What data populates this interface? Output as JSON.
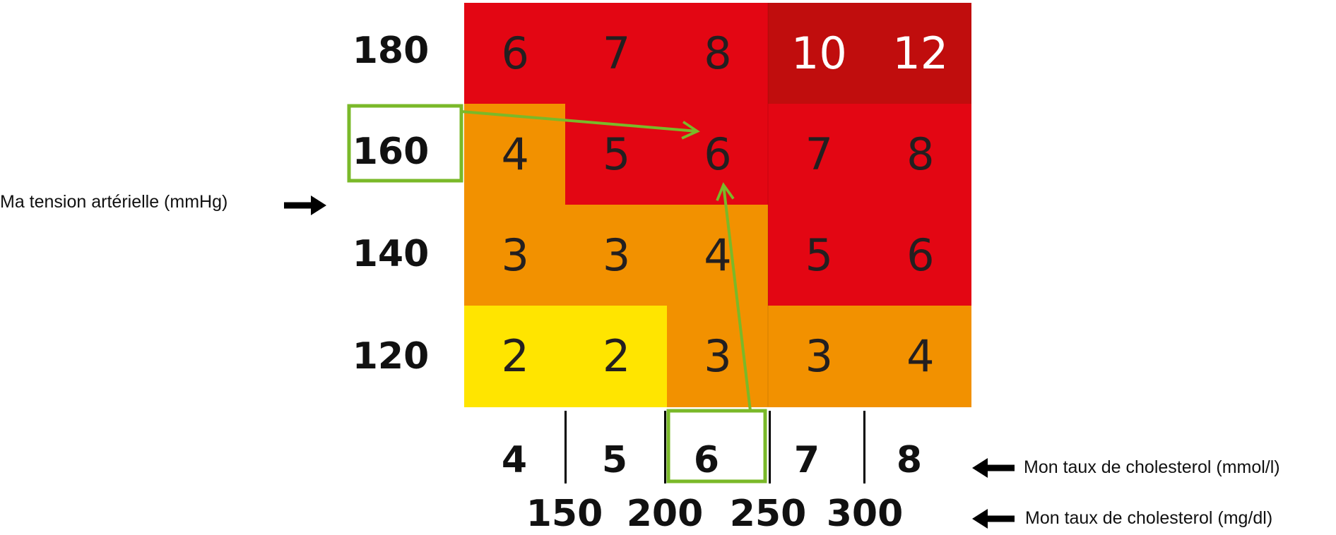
{
  "rows": [
    {
      "label": "180",
      "cells": [
        {
          "value": "6",
          "color": "#e30613"
        },
        {
          "value": "7",
          "color": "#e30613"
        },
        {
          "value": "8",
          "color": "#e30613"
        },
        {
          "value": "10",
          "color": "#c00d0d"
        },
        {
          "value": "12",
          "color": "#c00d0d"
        }
      ]
    },
    {
      "label": "160",
      "cells": [
        {
          "value": "4",
          "color": "#f29100"
        },
        {
          "value": "5",
          "color": "#e30613"
        },
        {
          "value": "6",
          "color": "#e30613"
        },
        {
          "value": "7",
          "color": "#e30613"
        },
        {
          "value": "8",
          "color": "#e30613"
        }
      ]
    },
    {
      "label": "140",
      "cells": [
        {
          "value": "3",
          "color": "#f29100"
        },
        {
          "value": "3",
          "color": "#f29100"
        },
        {
          "value": "4",
          "color": "#f29100"
        },
        {
          "value": "5",
          "color": "#e30613"
        },
        {
          "value": "6",
          "color": "#e30613"
        }
      ]
    },
    {
      "label": "120",
      "cells": [
        {
          "value": "2",
          "color": "#ffe500"
        },
        {
          "value": "2",
          "color": "#ffe500"
        },
        {
          "value": "3",
          "color": "#f29100"
        },
        {
          "value": "3",
          "color": "#f29100"
        },
        {
          "value": "4",
          "color": "#f29100"
        }
      ]
    }
  ],
  "columns_mmol": [
    "4",
    "5",
    "6",
    "7",
    "8"
  ],
  "columns_mgdl": [
    "150",
    "200",
    "250",
    "300"
  ],
  "label_blood_pressure": "Ma tension artérielle (mmHg)",
  "label_chol_mmol": "Mon taux de cholesterol (mmol/l)",
  "label_chol_mgdl": "Mon taux de cholesterol (mg/dl)",
  "highlight": {
    "row_label": "160",
    "column_label": "6",
    "result_value": "6",
    "color": "#7ab929"
  },
  "colors": {
    "high": "#e30613",
    "very_high": "#c00d0d",
    "medium": "#f29100",
    "low": "#ffe500",
    "light_text": "#ffffff",
    "dark_text": "#231f20"
  }
}
